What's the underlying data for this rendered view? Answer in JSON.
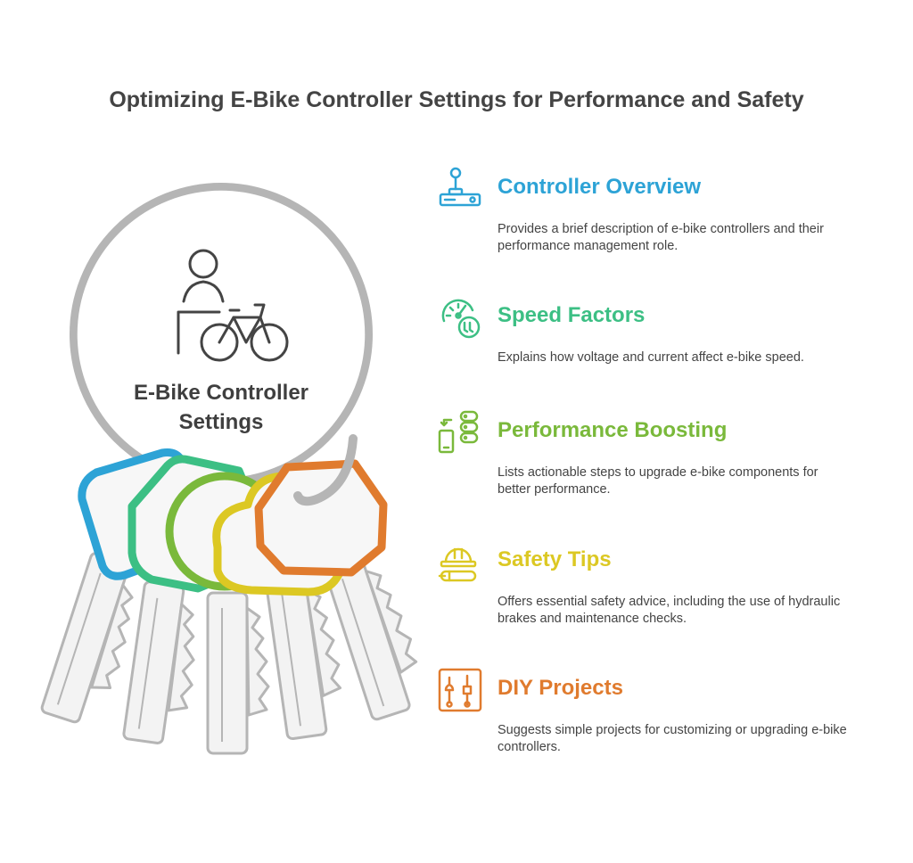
{
  "title": "Optimizing E-Bike Controller Settings for Performance and Safety",
  "center": {
    "line1": "E-Bike Controller",
    "line2": "Settings",
    "icon": "person-with-bicycle-icon"
  },
  "colors": {
    "blue": "#2da3d6",
    "teal": "#3cbf84",
    "green": "#7ab93b",
    "yellow": "#dcc823",
    "orange": "#e07b2e",
    "ring": "#b5b5b5",
    "key_fill": "#f3f3f3",
    "text": "#444444"
  },
  "items": [
    {
      "heading": "Controller Overview",
      "color": "#2da3d6",
      "icon": "joystick-icon",
      "desc": "Provides a brief description of e-bike controllers and their performance management role."
    },
    {
      "heading": "Speed Factors",
      "color": "#3cbf84",
      "icon": "speedometer-icon",
      "desc": "Explains how voltage and current affect e-bike speed."
    },
    {
      "heading": "Performance Boosting",
      "color": "#7ab93b",
      "icon": "server-phone-icon",
      "desc": "Lists actionable steps to upgrade e-bike components for better performance."
    },
    {
      "heading": "Safety Tips",
      "color": "#dcc823",
      "icon": "hardhat-icon",
      "desc": "Offers essential safety advice, including the use of hydraulic brakes and maintenance checks."
    },
    {
      "heading": "DIY Projects",
      "color": "#e07b2e",
      "icon": "tools-icon",
      "desc": "Suggests simple projects for customizing or upgrading e-bike controllers."
    }
  ]
}
